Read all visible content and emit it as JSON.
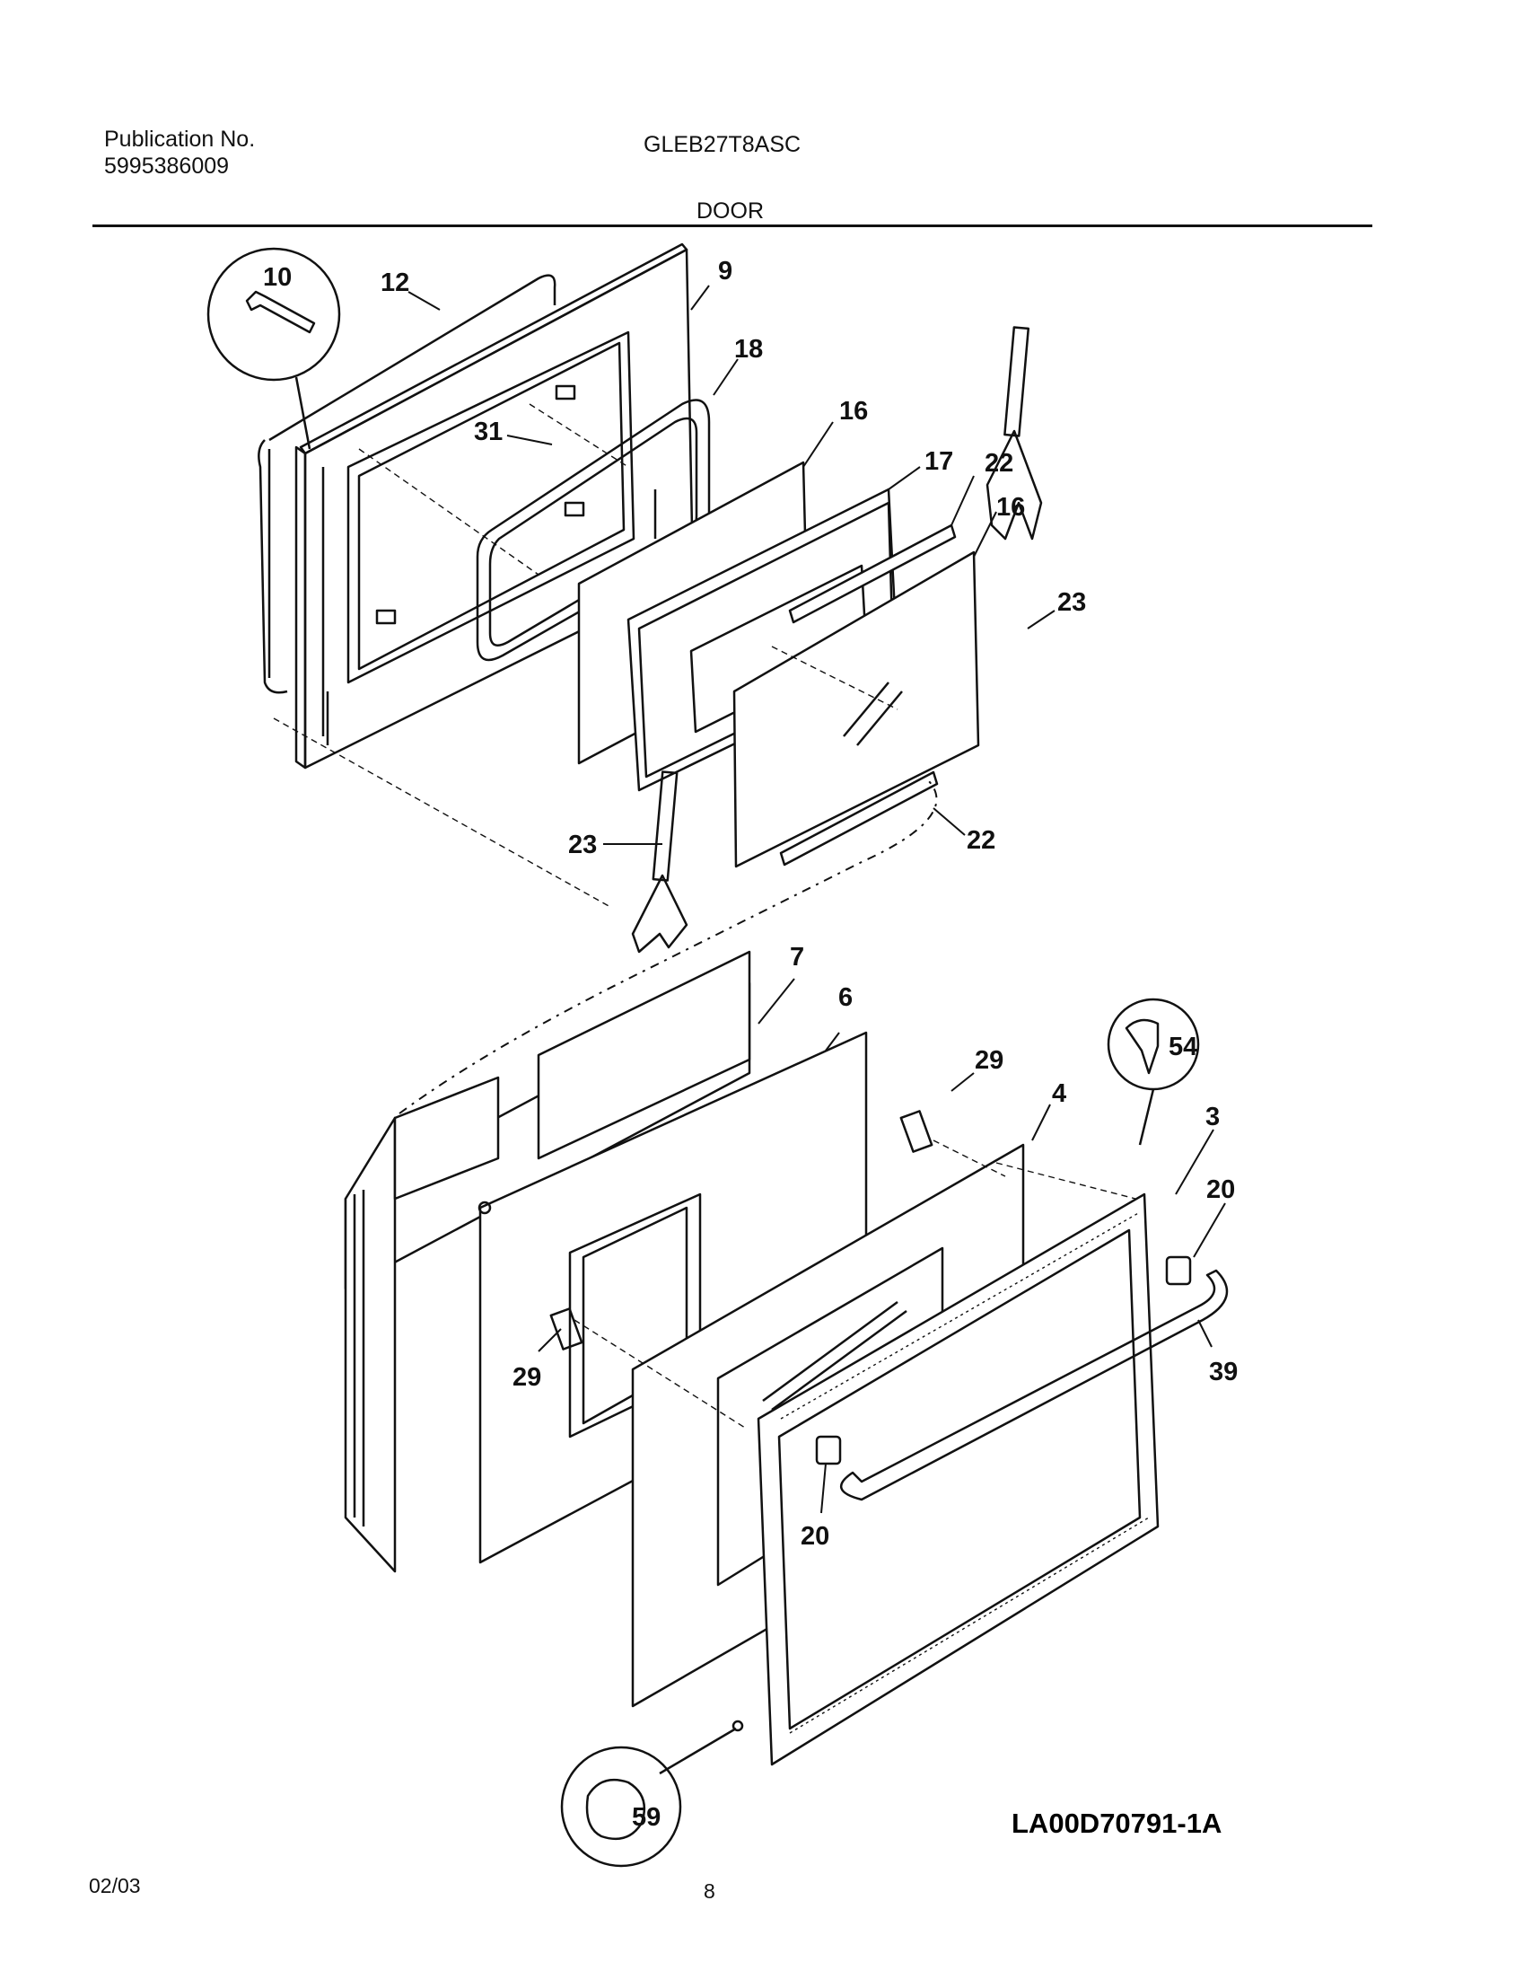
{
  "header": {
    "publication_label": "Publication No.",
    "publication_number": "5995386009",
    "model": "GLEB27T8ASC",
    "section": "DOOR"
  },
  "footer": {
    "date": "02/03",
    "page": "8"
  },
  "figure_id": "LA00D70791-1A",
  "callouts": {
    "c10": "10",
    "c12": "12",
    "c9": "9",
    "c18": "18",
    "c31": "31",
    "c16a": "16",
    "c17": "17",
    "c22a": "22",
    "c16b": "16",
    "c23a": "23",
    "c23b": "23",
    "c22b": "22",
    "c7": "7",
    "c6": "6",
    "c29a": "29",
    "c4": "4",
    "c54": "54",
    "c3": "3",
    "c20a": "20",
    "c39": "39",
    "c29b": "29",
    "c20b": "20",
    "c59": "59"
  }
}
